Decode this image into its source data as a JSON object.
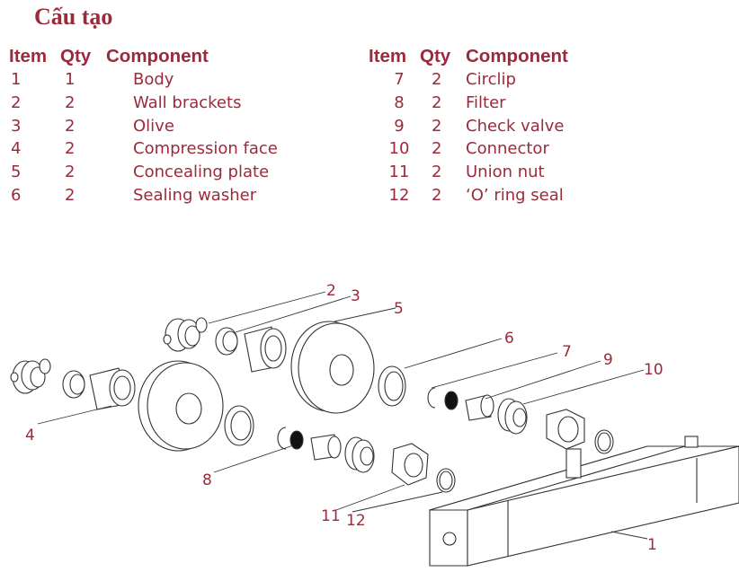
{
  "title": "Cấu tạo",
  "headers": {
    "item": "Item",
    "qty": "Qty",
    "component": "Component"
  },
  "parts_left": [
    {
      "item": "1",
      "qty": "1",
      "component": "Body"
    },
    {
      "item": "2",
      "qty": "2",
      "component": "Wall brackets"
    },
    {
      "item": "3",
      "qty": "2",
      "component": "Olive"
    },
    {
      "item": "4",
      "qty": "2",
      "component": "Compression face"
    },
    {
      "item": "5",
      "qty": "2",
      "component": "Concealing plate"
    },
    {
      "item": "6",
      "qty": "2",
      "component": "Sealing washer"
    }
  ],
  "parts_right": [
    {
      "item": "7",
      "qty": "2",
      "component": "Circlip"
    },
    {
      "item": "8",
      "qty": "2",
      "component": "Filter"
    },
    {
      "item": "9",
      "qty": "2",
      "component": "Check valve"
    },
    {
      "item": "10",
      "qty": "2",
      "component": "Connector"
    },
    {
      "item": "11",
      "qty": "2",
      "component": "Union nut"
    },
    {
      "item": "12",
      "qty": "2",
      "component": "‘O’ ring seal"
    }
  ],
  "callouts": {
    "c1": "1",
    "c2": "2",
    "c3": "3",
    "c4": "4",
    "c5": "5",
    "c6": "6",
    "c7": "7",
    "c8": "8",
    "c9": "9",
    "c10": "10",
    "c11": "11",
    "c12": "12"
  },
  "colors": {
    "text": "#9b2a3a",
    "line": "#333333"
  }
}
